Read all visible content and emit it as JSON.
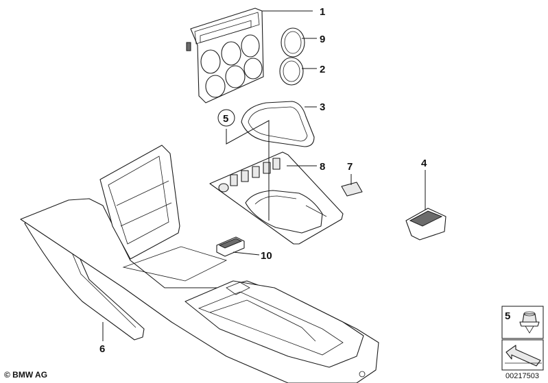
{
  "callouts": {
    "c1": "1",
    "c2": "2",
    "c3": "3",
    "c4": "4",
    "c5": "5",
    "c6": "6",
    "c7": "7",
    "c8": "8",
    "c9": "9",
    "c10": "10",
    "legend5": "5"
  },
  "footer": {
    "copyright": "© BMW AG",
    "drawing_number": "00217503"
  }
}
